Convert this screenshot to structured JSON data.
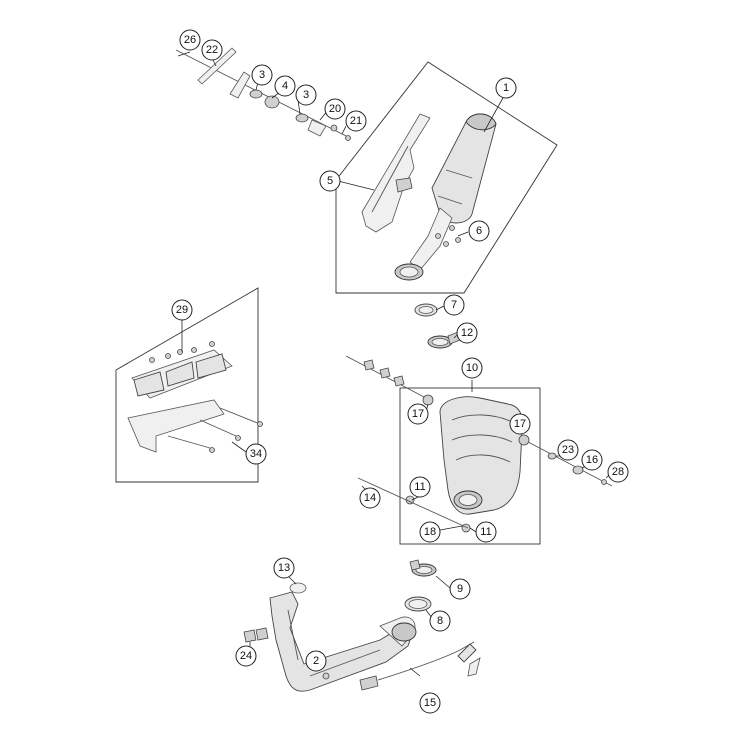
{
  "callouts": {
    "c1": "1",
    "c2": "2",
    "c3a": "3",
    "c3b": "3",
    "c4": "4",
    "c5": "5",
    "c6": "6",
    "c7": "7",
    "c8": "8",
    "c9": "9",
    "c10": "10",
    "c11a": "11",
    "c11b": "11",
    "c12": "12",
    "c13": "13",
    "c14": "14",
    "c15": "15",
    "c16": "16",
    "c17a": "17",
    "c17b": "17",
    "c18": "18",
    "c20": "20",
    "c21": "21",
    "c22": "22",
    "c23": "23",
    "c24": "24",
    "c26": "26",
    "c28": "28",
    "c29": "29",
    "c34": "34"
  }
}
